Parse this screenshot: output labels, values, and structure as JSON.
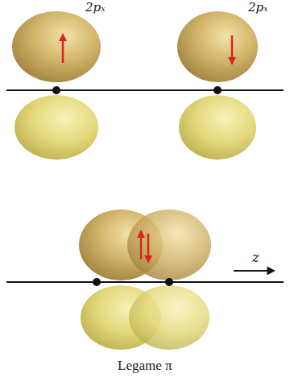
{
  "diagram": {
    "caption": "Legame π",
    "labels": [
      "2pₓ",
      "2pₓ",
      "z"
    ]
  }
}
